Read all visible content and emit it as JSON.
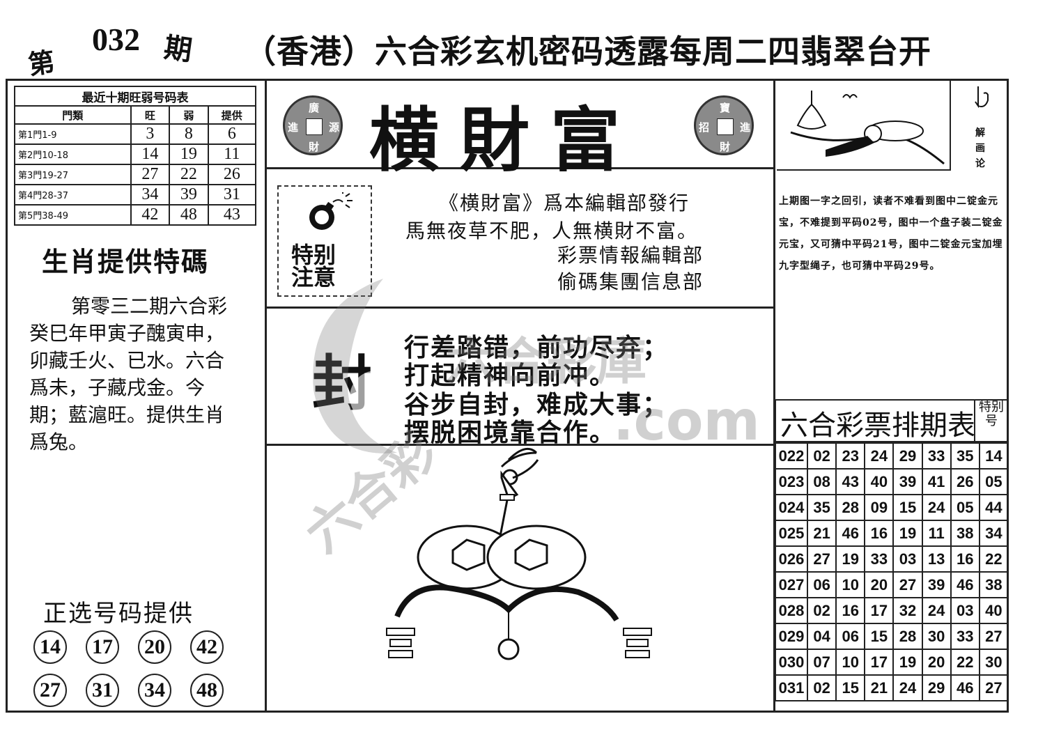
{
  "header": {
    "di": "第",
    "issue": "032",
    "qi": "期",
    "title": "（香港）六合彩玄机密码透露每周二四翡翠台开"
  },
  "ten_table": {
    "caption": "最近十期旺弱号码表",
    "headers": [
      "門類",
      "旺",
      "弱",
      "提供"
    ],
    "rows": [
      {
        "label": "第1門1-9",
        "wang": "3",
        "ruo": "8",
        "tigong": "6"
      },
      {
        "label": "第2門10-18",
        "wang": "14",
        "ruo": "19",
        "tigong": "11"
      },
      {
        "label": "第3門19-27",
        "wang": "27",
        "ruo": "22",
        "tigong": "26"
      },
      {
        "label": "第4門28-37",
        "wang": "34",
        "ruo": "39",
        "tigong": "31"
      },
      {
        "label": "第5門38-49",
        "wang": "42",
        "ruo": "48",
        "tigong": "43"
      }
    ]
  },
  "zodiac": {
    "title": "生肖提供特碼",
    "text": "第零三二期六合彩癸巳年甲寅子醜寅申，卯藏壬火、已水。六合爲未，子藏戌金。今期；藍滬旺。提供生肖爲兔。"
  },
  "picks": {
    "title": "正选号码提供",
    "numbers": [
      "14",
      "17",
      "20",
      "42",
      "27",
      "31",
      "34",
      "48"
    ]
  },
  "brand": {
    "name": "横財富",
    "coin_left": [
      "廣",
      "進",
      "源",
      "財"
    ],
    "coin_right": [
      "寶",
      "招",
      "進",
      "財"
    ]
  },
  "notice": {
    "label_line1": "特别",
    "label_line2": "注意",
    "lines": [
      "《横財富》爲本編輯部發行",
      "馬無夜草不肥，人無横財不富。",
      "彩票情報編輯部",
      "偷碼集團信息部"
    ]
  },
  "poem": {
    "big_char": "封",
    "lines": [
      "行差踏错，前功尽弃；",
      "打起精神向前冲。",
      "谷步自封，难成大事；",
      "摆脱困境靠合作。"
    ]
  },
  "riddle": {
    "side_label": "解画论",
    "text": "上期图一字之回引，读者不难看到图中二锭金元宝，不难提到平码02号，图中一个盘子装二锭金元宝，又可猜中平码21号，图中二锭金元宝加埋九字型绳子，也可猜中平码29号。"
  },
  "schedule": {
    "title": "六合彩票排期表",
    "special_label": "特别号",
    "rows": [
      [
        "022",
        "02",
        "23",
        "24",
        "29",
        "33",
        "35",
        "14"
      ],
      [
        "023",
        "08",
        "43",
        "40",
        "39",
        "41",
        "26",
        "05"
      ],
      [
        "024",
        "35",
        "28",
        "09",
        "15",
        "24",
        "05",
        "44"
      ],
      [
        "025",
        "21",
        "46",
        "16",
        "19",
        "11",
        "38",
        "34"
      ],
      [
        "026",
        "27",
        "19",
        "33",
        "03",
        "13",
        "16",
        "22"
      ],
      [
        "027",
        "06",
        "10",
        "20",
        "27",
        "39",
        "46",
        "38"
      ],
      [
        "028",
        "02",
        "16",
        "17",
        "32",
        "24",
        "03",
        "40"
      ],
      [
        "029",
        "04",
        "06",
        "15",
        "28",
        "30",
        "33",
        "27"
      ],
      [
        "030",
        "07",
        "10",
        "17",
        "19",
        "20",
        "22",
        "30"
      ],
      [
        "031",
        "02",
        "15",
        "21",
        "24",
        "29",
        "46",
        "27"
      ]
    ]
  },
  "watermark": {
    "line1": "六合彩",
    "line2": "六合彩庫",
    "line3": ".com"
  }
}
